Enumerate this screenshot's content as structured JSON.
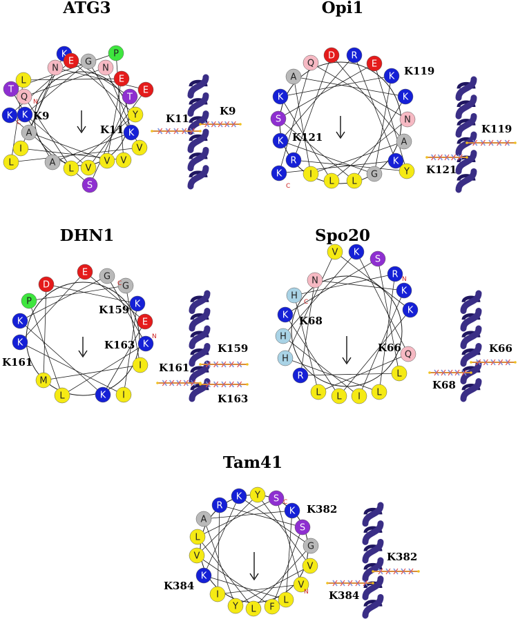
{
  "colors": {
    "K": "#1520d6",
    "R": "#1520d6",
    "E": "#e41b1b",
    "D": "#e41b1b",
    "N": "#f6b9c3",
    "Q": "#f6b9c3",
    "G": "#b9b9b9",
    "A": "#b9b9b9",
    "P": "#3ee63e",
    "T": "#8e2fd0",
    "S": "#8e2fd0",
    "H": "#a9d3e6",
    "L": "#f5ea14",
    "I": "#f5ea14",
    "V": "#f5ea14",
    "M": "#f5ea14",
    "F": "#f5ea14",
    "Y": "#f5ea14",
    "helix": "#3a2e86",
    "helix_dark": "#1f1660"
  },
  "panels": [
    {
      "title": "ATG3",
      "terminal_labels": [
        "N",
        "C"
      ],
      "residues": [
        "K",
        "N",
        "E",
        "G",
        "N",
        "P",
        "E",
        "T",
        "E",
        "Y",
        "K",
        "V",
        "V",
        "V",
        "S",
        "V",
        "L",
        "A",
        "L",
        "I",
        "A",
        "K",
        "K",
        "Q",
        "T",
        "L"
      ],
      "lysine_labels": [
        "K9",
        "K11"
      ],
      "helix_labels": [
        "K11",
        "K9"
      ]
    },
    {
      "title": "Opi1",
      "terminal_labels": [
        "C"
      ],
      "residues": [
        "Q",
        "D",
        "R",
        "E",
        "K",
        "K",
        "N",
        "A",
        "K",
        "Y",
        "G",
        "L",
        "L",
        "I",
        "K",
        "R",
        "K",
        "S",
        "K",
        "A"
      ],
      "lysine_labels": [
        "K119",
        "K121"
      ],
      "helix_labels": [
        "K119",
        "K121"
      ]
    },
    {
      "title": "DHN1",
      "terminal_labels": [
        "C",
        "N"
      ],
      "residues": [
        "E",
        "G",
        "G",
        "K",
        "E",
        "K",
        "I",
        "I",
        "K",
        "L",
        "M",
        "K",
        "K",
        "P",
        "D"
      ],
      "lysine_labels": [
        "K159",
        "K163",
        "K161"
      ],
      "helix_labels": [
        "K159",
        "K161",
        "K163"
      ]
    },
    {
      "title": "Spo20",
      "terminal_labels": [
        "N",
        "C"
      ],
      "residues": [
        "V",
        "K",
        "S",
        "R",
        "K",
        "K",
        "Q",
        "L",
        "L",
        "I",
        "L",
        "L",
        "R",
        "H",
        "H",
        "K",
        "H",
        "N"
      ],
      "lysine_labels": [
        "K68",
        "K66"
      ],
      "helix_labels": [
        "K66",
        "K68"
      ]
    },
    {
      "title": "Tam41",
      "terminal_labels": [
        "C",
        "N"
      ],
      "residues": [
        "R",
        "K",
        "Y",
        "S",
        "K",
        "S",
        "G",
        "V",
        "V",
        "L",
        "F",
        "L",
        "Y",
        "I",
        "K",
        "V",
        "L",
        "A"
      ],
      "lysine_labels": [
        "K382",
        "K384"
      ],
      "helix_labels": [
        "K382",
        "K384"
      ]
    }
  ]
}
